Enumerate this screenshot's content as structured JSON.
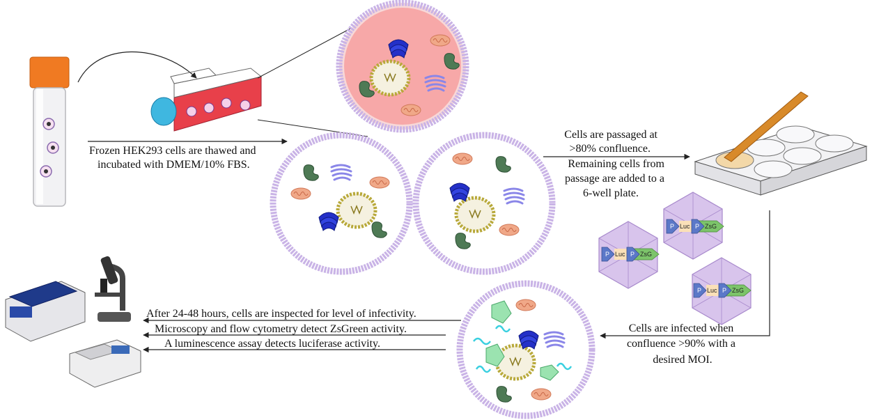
{
  "steps": {
    "thaw": [
      "Frozen HEK293 cells are thawed and",
      "incubated with DMEM/10% FBS."
    ],
    "passage": [
      "Cells are passaged at",
      ">80% confluence.",
      "Remaining cells from",
      "passage are added to a",
      "6-well plate."
    ],
    "infect": [
      "Cells are infected when",
      "confluence >90% with a",
      "desired MOI."
    ],
    "inspect": "After 24-48 hours, cells are inspected for level of infectivity.",
    "microscopy": "Microscopy and flow cytometry detect ZsGreen activity.",
    "luminescence": "A luminescence assay detects luciferase activity."
  },
  "construct": {
    "promoter": "P",
    "luciferase": "Luc",
    "reporter": "ZsG"
  },
  "colors": {
    "tube_cap": "#f07a22",
    "flask_medium": "#e8404a",
    "flask_cap": "#3fb7e0",
    "cell_membrane": "#c9b3e6",
    "nucleus": "#b8a93a",
    "golgi": "#2430c8",
    "mitochondria": "#f0a888",
    "er": "#8a86e8",
    "green_organelle": "#4e7a55",
    "virus_capsid": "#c9b0e4",
    "promoter": "#5b78c8",
    "luc": "#fbe0b8",
    "zsgreen": "#7cc46a",
    "pipette": "#d88a2a"
  }
}
